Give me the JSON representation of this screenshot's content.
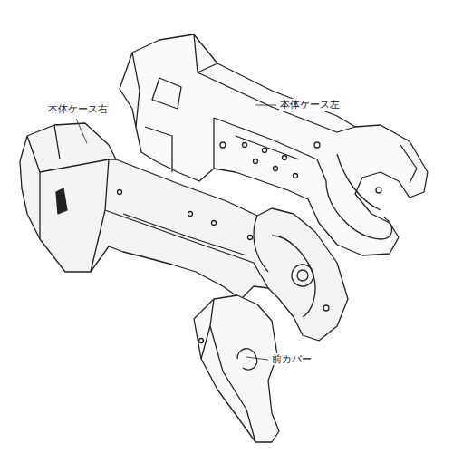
{
  "diagram": {
    "labels": [
      "本体ケース右",
      "本体ケース左",
      "前カバー"
    ]
  }
}
